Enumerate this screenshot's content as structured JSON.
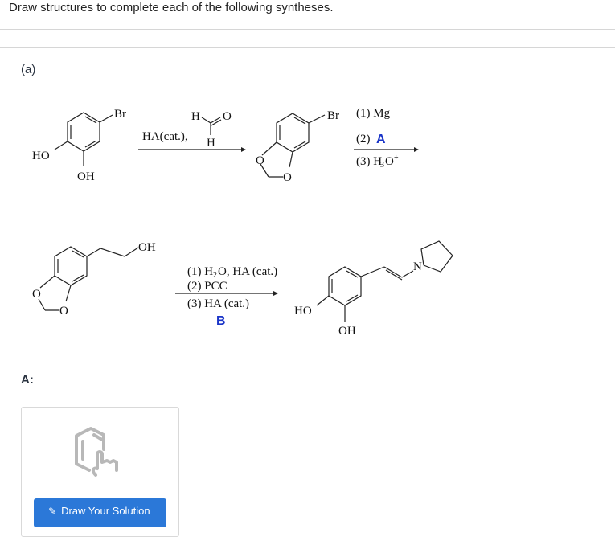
{
  "header": {
    "title": "Draw structures to complete each of the following syntheses."
  },
  "part": {
    "label": "(a)"
  },
  "scheme1": {
    "reactant": {
      "substituents": [
        "Br",
        "HO",
        "OH"
      ]
    },
    "reagent_label": "HA(cat.),",
    "formaldehyde": {
      "H_top": "H",
      "O": "O",
      "H_bottom": "H"
    },
    "product": {
      "substituents": [
        "Br",
        "O",
        "O"
      ]
    },
    "steps": [
      "(1) Mg",
      "(2)",
      "(3) H"
    ],
    "step2_unknown": "A",
    "step3_sub": "3",
    "step3_tail": "O",
    "step3_sup": "+"
  },
  "scheme2": {
    "reactant": {
      "substituents": [
        "OH",
        "O",
        "O"
      ]
    },
    "steps": [
      "(1) H",
      "(2) PCC",
      "(3) HA (cat.)"
    ],
    "step1_sub": "2",
    "step1_tail": "O, HA (cat.)",
    "unknown": "B",
    "product": {
      "substituents": [
        "HO",
        "OH",
        "N"
      ]
    }
  },
  "answer": {
    "label": "A:",
    "draw_button": "Draw Your Solution",
    "icon": "draw-structure-icon",
    "pen_icon": "pencil-icon"
  },
  "colors": {
    "accent_blue": "#1a35c8",
    "button_blue": "#2b78d8",
    "divider": "#d6d6d6"
  }
}
